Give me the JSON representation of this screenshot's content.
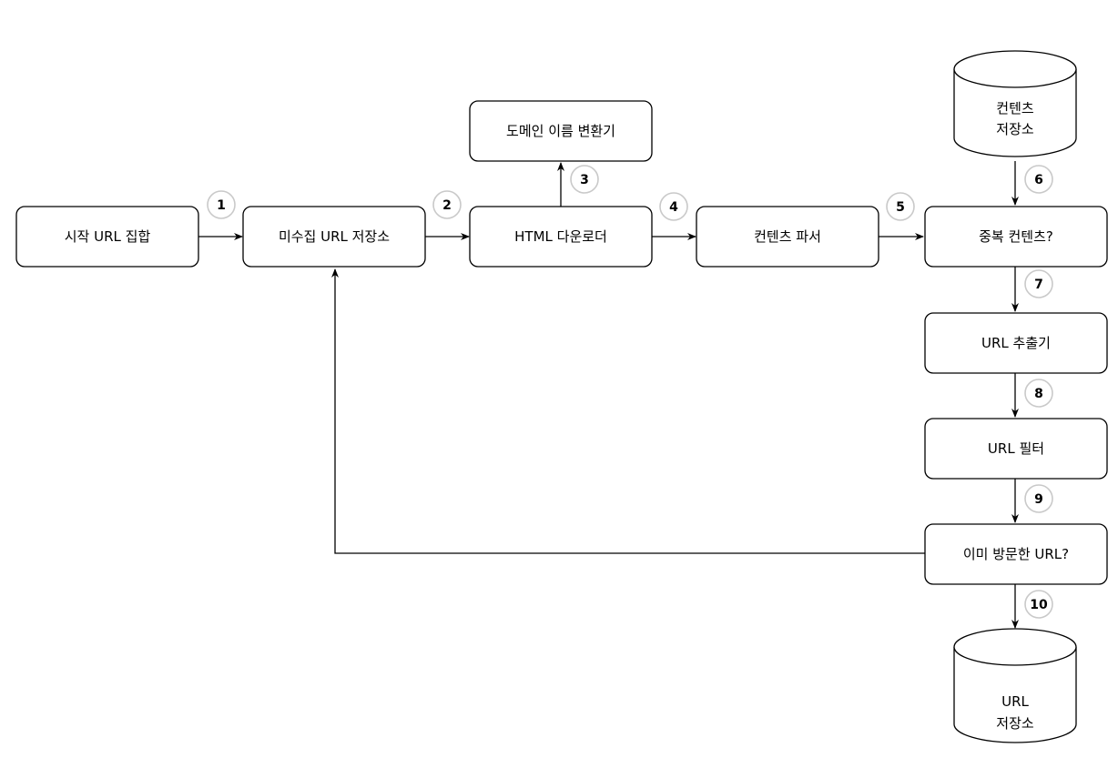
{
  "nodes": {
    "seed_urls": "시작 URL 집합",
    "url_frontier": "미수집 URL 저장소",
    "html_downloader": "HTML 다운로더",
    "dns_resolver": "도메인 이름 변환기",
    "content_parser": "컨텐츠 파서",
    "content_seen": "중복 컨텐츠?",
    "url_extractor": "URL 추출기",
    "url_filter": "URL 필터",
    "url_seen": "이미 방문한 URL?"
  },
  "stores": {
    "content_storage": {
      "line1": "컨텐츠",
      "line2": "저장소"
    },
    "url_storage": {
      "line1": "URL",
      "line2": "저장소"
    }
  },
  "steps": [
    "1",
    "2",
    "3",
    "4",
    "5",
    "6",
    "7",
    "8",
    "9",
    "10"
  ]
}
